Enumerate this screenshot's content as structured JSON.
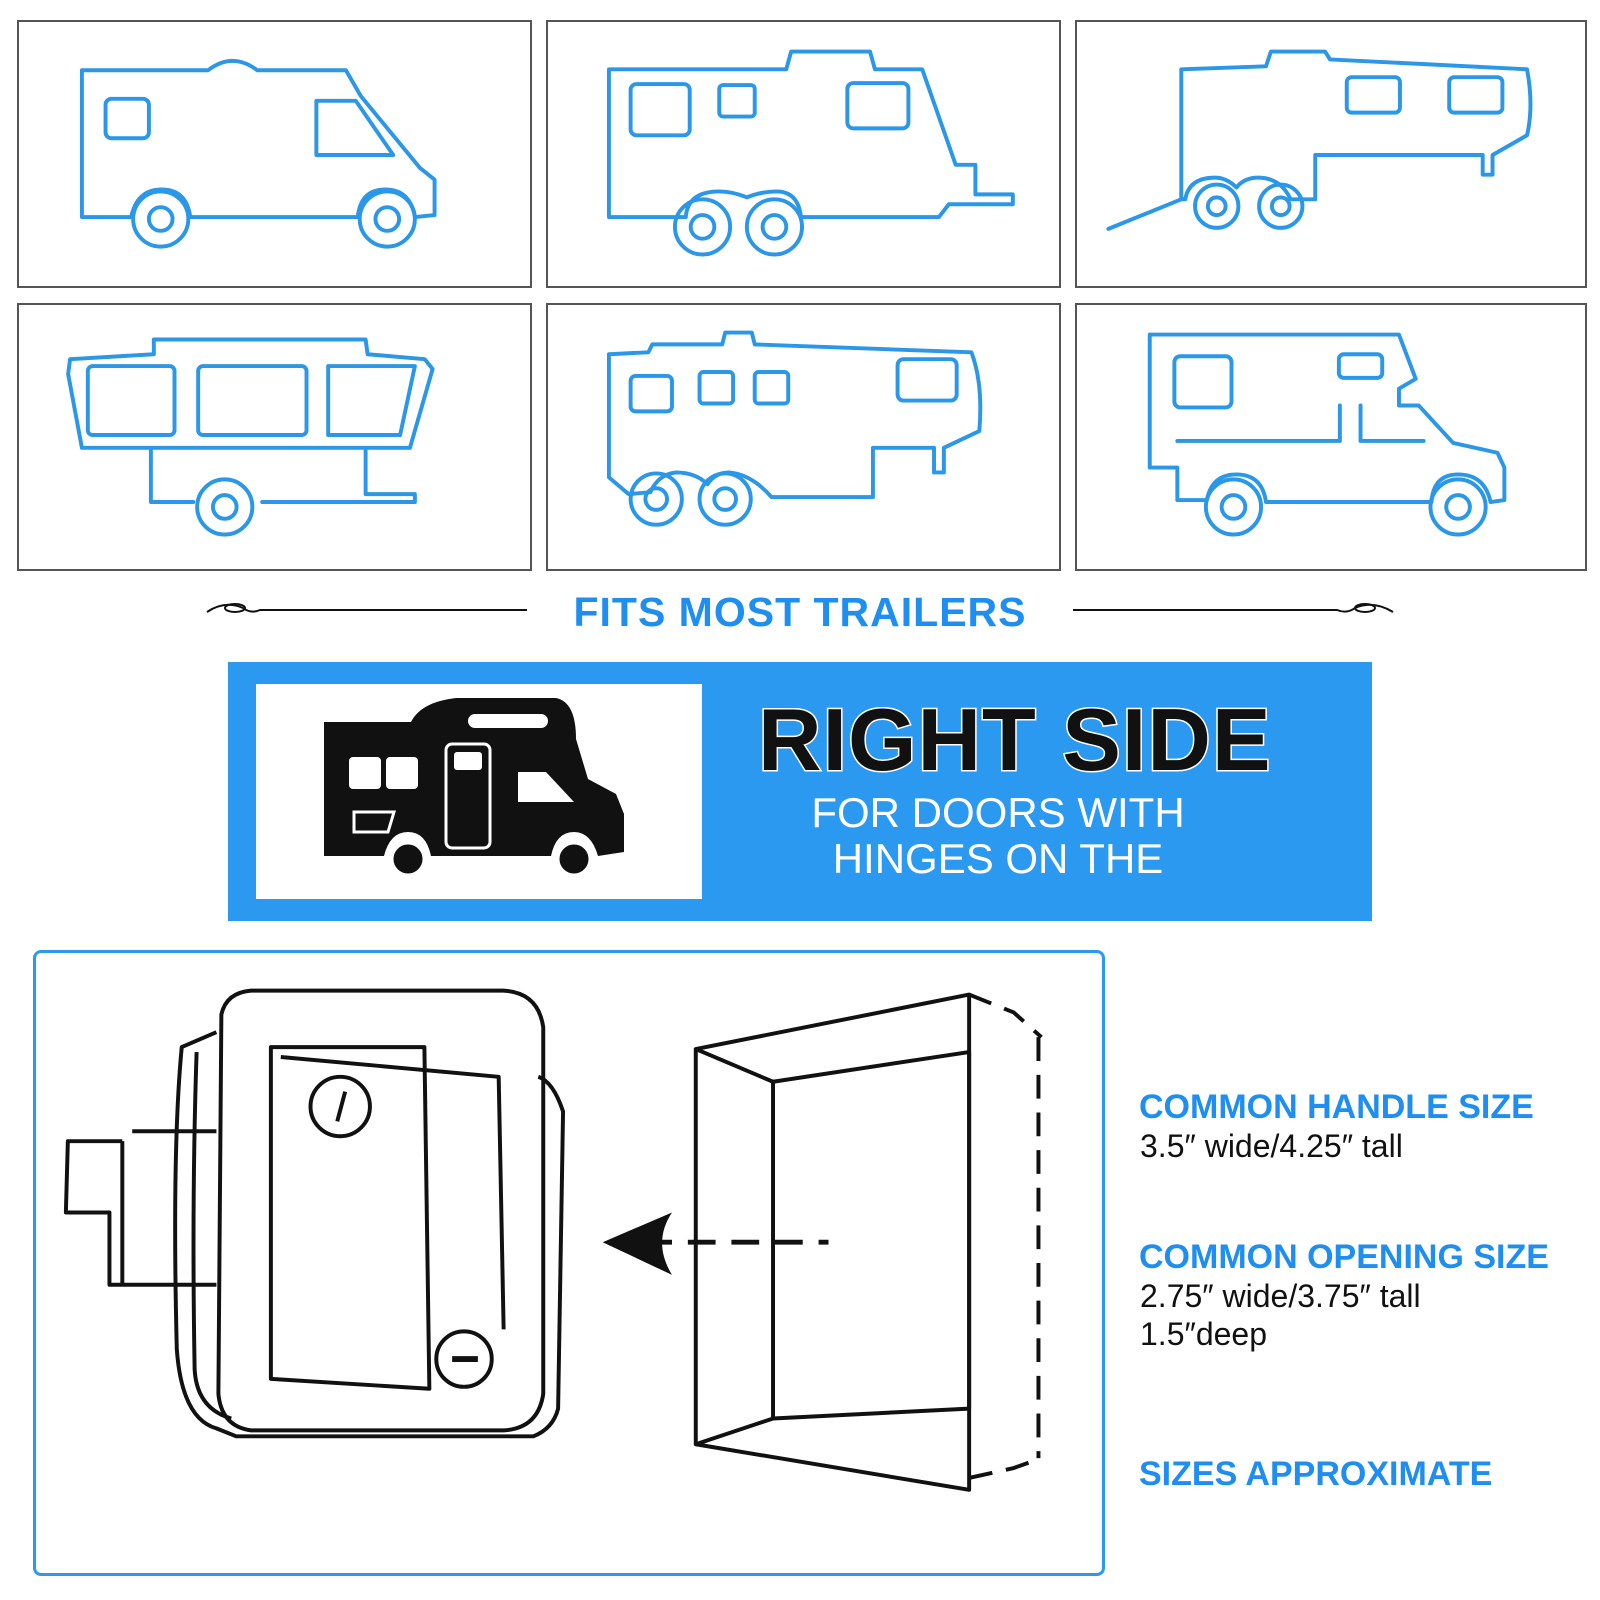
{
  "vehicles": [
    {
      "icon": "class-c-motorhome-icon"
    },
    {
      "icon": "travel-trailer-icon"
    },
    {
      "icon": "fifth-wheel-icon"
    },
    {
      "icon": "popup-camper-icon"
    },
    {
      "icon": "fifth-wheel-large-icon"
    },
    {
      "icon": "truck-camper-icon"
    }
  ],
  "fits": {
    "title": "FITS MOST TRAILERS"
  },
  "banner": {
    "title": "RIGHT SIDE",
    "line1": "FOR DOORS WITH",
    "line2": "HINGES ON THE",
    "icon": "black-motorhome-icon"
  },
  "specs": {
    "handle_title": "COMMON HANDLE SIZE",
    "handle_size": "3.5″ wide/4.25″ tall",
    "opening_title": "COMMON OPENING SIZE",
    "opening_size": "2.75″ wide/3.75″ tall",
    "opening_depth": "1.5″deep",
    "note": "SIZES APPROXIMATE"
  },
  "colors": {
    "accent": "#2b99f0",
    "outline": "#2a97e8",
    "text": "#111111"
  }
}
